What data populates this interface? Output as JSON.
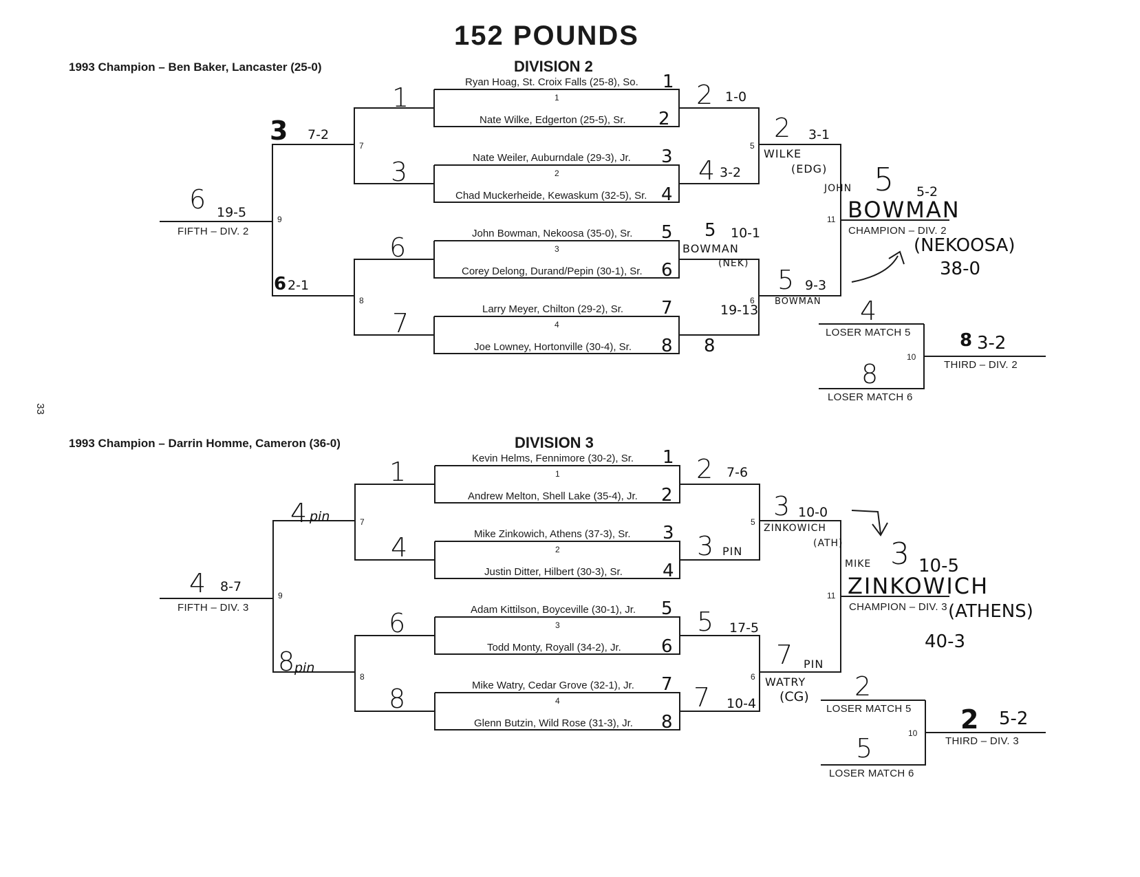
{
  "page_title": "152 POUNDS",
  "page_number": "33",
  "divisions": [
    {
      "title": "DIVISION 2",
      "past_champion": "1993 Champion – Ben Baker, Lancaster (25-0)",
      "wrestlers": [
        {
          "name": "Ryan Hoag, St. Croix Falls (25-8), So.",
          "seed": "1"
        },
        {
          "name": "Nate Wilke, Edgerton (25-5), Sr.",
          "seed": "2"
        },
        {
          "name": "Nate Weiler, Auburndale (29-3), Jr.",
          "seed": "3"
        },
        {
          "name": "Chad Muckerheide, Kewaskum (32-5), Sr.",
          "seed": "4"
        },
        {
          "name": "John Bowman, Nekoosa (35-0), Sr.",
          "seed": "5"
        },
        {
          "name": "Corey Delong, Durand/Pepin (30-1), Sr.",
          "seed": "6"
        },
        {
          "name": "Larry Meyer, Chilton (29-2), Sr.",
          "seed": "7"
        },
        {
          "name": "Joe Lowney, Hortonville (30-4), Sr.",
          "seed": "8"
        }
      ],
      "match_numbers": [
        "1",
        "2",
        "3",
        "4",
        "5",
        "6",
        "7",
        "8",
        "9",
        "10",
        "11"
      ],
      "labels": {
        "champion": "CHAMPION – DIV. 2",
        "third": "THIRD – DIV. 2",
        "fifth": "FIFTH – DIV. 2",
        "loser5": "LOSER MATCH 5",
        "loser6": "LOSER MATCH 6"
      },
      "handwriting": {
        "cons_top": "1",
        "cons_top2": "3",
        "cons_bot": "6",
        "cons_bot2": "7",
        "cons_semi1": "3",
        "cons_semi1_score": "7-2",
        "cons_semi2": "6",
        "cons_semi2_score": "2-1",
        "fifth": "6",
        "fifth_score": "19-5",
        "q1": "2",
        "q1_score": "1-0",
        "q2": "4",
        "q2_score": "3-2",
        "q3": "5",
        "q3_score": "10-1",
        "q3_name": "BOWMAN",
        "q3_school": "(NEK)",
        "q4": "8",
        "q4_score": "19-13",
        "semi1": "2",
        "semi1_score": "3-1",
        "semi1_name": "WILKE",
        "semi1_school": "(EDG)",
        "semi2": "5",
        "semi2_score": "9-3",
        "semi2_name": "BOWMAN",
        "champ_first": "JOHN",
        "champ_seed": "5",
        "champ_score": "5-2",
        "champ_last": "BOWMAN",
        "champ_school": "(NEKOOSA)",
        "champ_record": "38-0",
        "loser5": "4",
        "loser6": "8",
        "third": "8",
        "third_score": "3-2"
      }
    },
    {
      "title": "DIVISION 3",
      "past_champion": "1993 Champion – Darrin Homme, Cameron (36-0)",
      "wrestlers": [
        {
          "name": "Kevin Helms, Fennimore (30-2), Sr.",
          "seed": "1"
        },
        {
          "name": "Andrew Melton, Shell Lake (35-4), Jr.",
          "seed": "2"
        },
        {
          "name": "Mike Zinkowich, Athens (37-3), Sr.",
          "seed": "3"
        },
        {
          "name": "Justin Ditter, Hilbert (30-3), Sr.",
          "seed": "4"
        },
        {
          "name": "Adam Kittilson, Boyceville (30-1), Jr.",
          "seed": "5"
        },
        {
          "name": "Todd Monty, Royall (34-2), Jr.",
          "seed": "6"
        },
        {
          "name": "Mike Watry, Cedar Grove (32-1), Jr.",
          "seed": "7"
        },
        {
          "name": "Glenn Butzin, Wild Rose (31-3), Jr.",
          "seed": "8"
        }
      ],
      "match_numbers": [
        "1",
        "2",
        "3",
        "4",
        "5",
        "6",
        "7",
        "8",
        "9",
        "10",
        "11"
      ],
      "labels": {
        "champion": "CHAMPION – DIV. 3",
        "third": "THIRD – DIV. 3",
        "fifth": "FIFTH – DIV. 3",
        "loser5": "LOSER MATCH 5",
        "loser6": "LOSER MATCH 6"
      },
      "handwriting": {
        "cons_top": "1",
        "cons_top2": "4",
        "cons_bot": "6",
        "cons_bot2": "8",
        "cons_semi1": "4",
        "cons_semi1_score": "pin",
        "cons_semi2": "8",
        "cons_semi2_score": "pin",
        "fifth": "4",
        "fifth_score": "8-7",
        "q1": "2",
        "q1_score": "7-6",
        "q2": "3",
        "q2_score": "PIN",
        "q3": "5",
        "q3_score": "17-5",
        "q4": "7",
        "q4_score": "10-4",
        "semi1": "3",
        "semi1_score": "10-0",
        "semi1_name": "ZINKOWICH",
        "semi1_school": "(ATH)",
        "semi2": "7",
        "semi2_score": "PIN",
        "semi2_name": "WATRY",
        "semi2_school": "(CG)",
        "champ_first": "MIKE",
        "champ_seed": "3",
        "champ_score": "10-5",
        "champ_last": "ZINKOWICH",
        "champ_school": "(ATHENS)",
        "champ_record": "40-3",
        "loser5": "2",
        "loser6": "5",
        "third": "2",
        "third_score": "5-2"
      }
    }
  ]
}
